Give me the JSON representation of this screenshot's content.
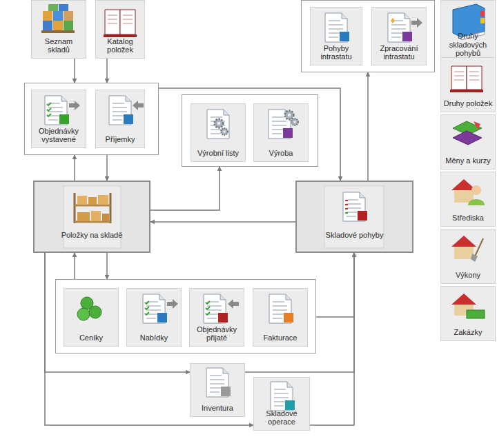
{
  "diagram": {
    "nodes": [
      {
        "text": [
          "Seznam skladů"
        ]
      },
      {
        "text": [
          "Katalog položek"
        ]
      },
      {
        "text": []
      },
      {
        "text": [
          "Objednávky vystavené"
        ],
        "in": 2
      },
      {
        "text": [
          "Příjemky"
        ],
        "in": 2
      },
      {
        "text": []
      },
      {
        "text": [
          "Pohyby intrastatu"
        ],
        "in": 5
      },
      {
        "text": [
          "Zpracování intrastatu"
        ],
        "in": 5
      },
      {
        "text": [
          "Druhy skladových pohybů"
        ]
      },
      {
        "text": [
          "Druhy položek"
        ]
      },
      {
        "text": [
          "Měny a kurzy"
        ]
      },
      {
        "text": [
          "Střediska"
        ]
      },
      {
        "text": [
          "Výkony"
        ]
      },
      {
        "text": [
          "Zakázky"
        ]
      },
      {
        "text": []
      },
      {
        "text": [
          "Výrobní listy"
        ],
        "in": 14
      },
      {
        "text": [
          "Výroba"
        ],
        "in": 14
      },
      {
        "text": [
          "Položky na skladě"
        ]
      },
      {
        "text": [
          "Skladové pohyby"
        ]
      },
      {
        "text": []
      },
      {
        "text": [
          "Ceníky"
        ],
        "in": 19
      },
      {
        "text": [
          "Nabídky"
        ],
        "in": 19
      },
      {
        "text": [
          "Objednávky přijaté"
        ],
        "in": 19
      },
      {
        "text": [
          "Fakturace"
        ],
        "in": 19
      },
      {
        "text": [
          "Inventura"
        ]
      },
      {
        "text": [
          "Skladové operace"
        ]
      }
    ],
    "edges": [
      {
        "from": 0,
        "to": 2,
        "arrow": "to"
      },
      {
        "from": 1,
        "to": 2,
        "arrow": "to"
      },
      {
        "from": 17,
        "to": 2,
        "arrow": "to"
      },
      {
        "from": 2,
        "to": 17,
        "arrow": "to"
      },
      {
        "from": 2,
        "to": 18,
        "arrow": "to"
      },
      {
        "from": 18,
        "to": 5,
        "arrow": "to"
      },
      {
        "from": 17,
        "to": 14,
        "arrow": "to"
      },
      {
        "from": 18,
        "to": 17,
        "arrow": "to"
      },
      {
        "from": 17,
        "to": 19,
        "arrow": "to"
      },
      {
        "from": 19,
        "to": 17,
        "arrow": "to"
      },
      {
        "from": 19,
        "to": 18,
        "arrow": "to"
      },
      {
        "from": 17,
        "to": 24,
        "arrow": "to"
      },
      {
        "from": 17,
        "to": 25,
        "arrow": "to"
      },
      {
        "from": 24,
        "to": 18,
        "arrow": "to"
      },
      {
        "from": 25,
        "to": 18,
        "arrow": "to"
      }
    ]
  }
}
